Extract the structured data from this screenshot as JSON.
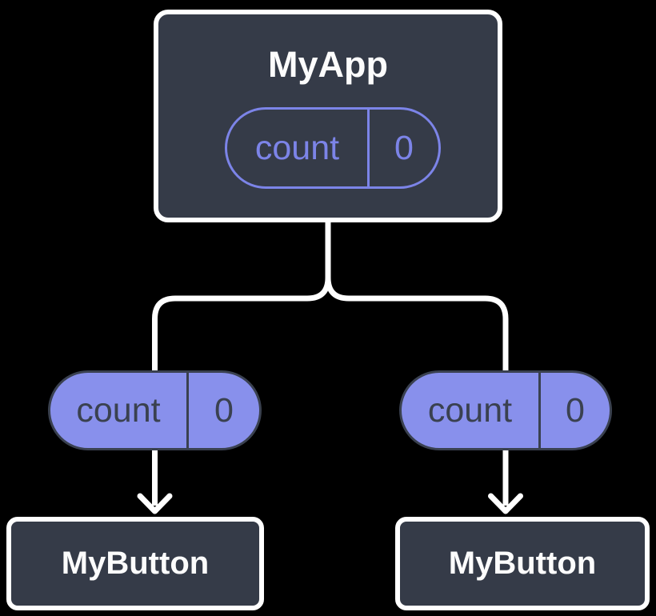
{
  "diagram": {
    "description": "component-tree-state-sharing-diagram",
    "colors": {
      "background": "#000000",
      "node_fill": "#353B48",
      "node_border": "#FFFFFF",
      "title_text": "#FCFCFC",
      "state_pill_outline": "#7C84E8",
      "state_pill_fill": "#8890EC",
      "pill_dark": "#3A4150",
      "connector": "#FFFFFF"
    },
    "root": {
      "title": "MyApp",
      "state": {
        "name": "count",
        "value": "0"
      }
    },
    "children": [
      {
        "title": "MyButton",
        "prop": {
          "name": "count",
          "value": "0"
        }
      },
      {
        "title": "MyButton",
        "prop": {
          "name": "count",
          "value": "0"
        }
      }
    ]
  }
}
